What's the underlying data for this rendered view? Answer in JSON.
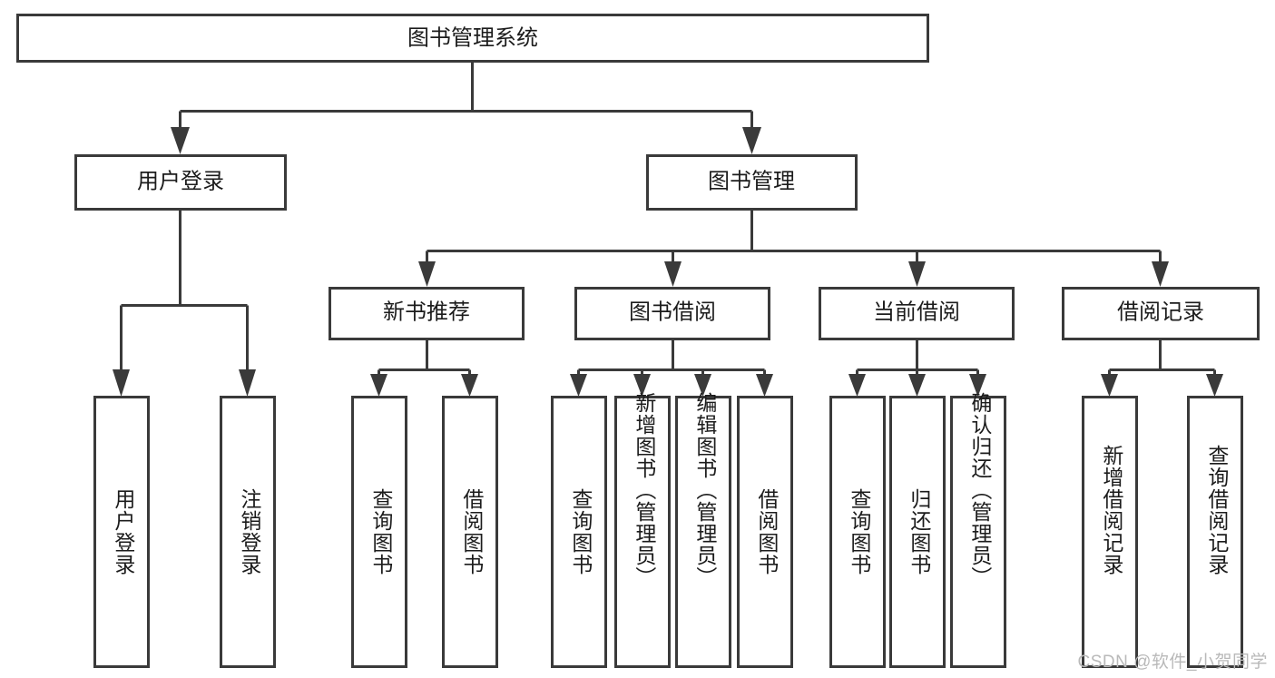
{
  "diagram": {
    "type": "tree",
    "title": "图书管理系统",
    "orientation": "top-down",
    "watermark": "CSDN @软件_小贺同学",
    "colors": {
      "stroke": "#3a3a3a",
      "fill": "#ffffff",
      "text": "#1c1c1c",
      "watermark": "#b9b9b9"
    },
    "nodes": {
      "root": {
        "label": "图书管理系统",
        "level": 1,
        "orientation": "horizontal"
      },
      "l2": [
        {
          "id": "user-login",
          "label": "用户登录",
          "orientation": "horizontal"
        },
        {
          "id": "book-manage",
          "label": "图书管理",
          "orientation": "horizontal"
        }
      ],
      "l3": [
        {
          "id": "new-book-rec",
          "label": "新书推荐",
          "orientation": "horizontal"
        },
        {
          "id": "book-borrow",
          "label": "图书借阅",
          "orientation": "horizontal"
        },
        {
          "id": "current-borrow",
          "label": "当前借阅",
          "orientation": "horizontal"
        },
        {
          "id": "borrow-record",
          "label": "借阅记录",
          "orientation": "horizontal"
        }
      ],
      "leaves": {
        "user-login": [
          {
            "id": "leaf-user-login",
            "label": "用户登录",
            "orientation": "vertical"
          },
          {
            "id": "leaf-logout-login",
            "label": "注销登录",
            "orientation": "vertical"
          }
        ],
        "new-book-rec": [
          {
            "id": "leaf-query-book-1",
            "label": "查询图书",
            "orientation": "vertical"
          },
          {
            "id": "leaf-borrow-book-1",
            "label": "借阅图书",
            "orientation": "vertical"
          }
        ],
        "book-borrow": [
          {
            "id": "leaf-query-book-2",
            "label": "查询图书",
            "orientation": "vertical"
          },
          {
            "id": "leaf-add-book",
            "label": "新增图书（管理员）",
            "orientation": "vertical"
          },
          {
            "id": "leaf-edit-book",
            "label": "编辑图书（管理员）",
            "orientation": "vertical"
          },
          {
            "id": "leaf-borrow-book-2",
            "label": "借阅图书",
            "orientation": "vertical"
          }
        ],
        "current-borrow": [
          {
            "id": "leaf-query-book-3",
            "label": "查询图书",
            "orientation": "vertical"
          },
          {
            "id": "leaf-return-book",
            "label": "归还图书",
            "orientation": "vertical"
          },
          {
            "id": "leaf-confirm-return",
            "label": "确认归还（管理员）",
            "orientation": "vertical"
          }
        ],
        "borrow-record": [
          {
            "id": "leaf-add-record",
            "label": "新增借阅记录",
            "orientation": "vertical"
          },
          {
            "id": "leaf-query-record",
            "label": "查询借阅记录",
            "orientation": "vertical"
          }
        ]
      }
    }
  }
}
